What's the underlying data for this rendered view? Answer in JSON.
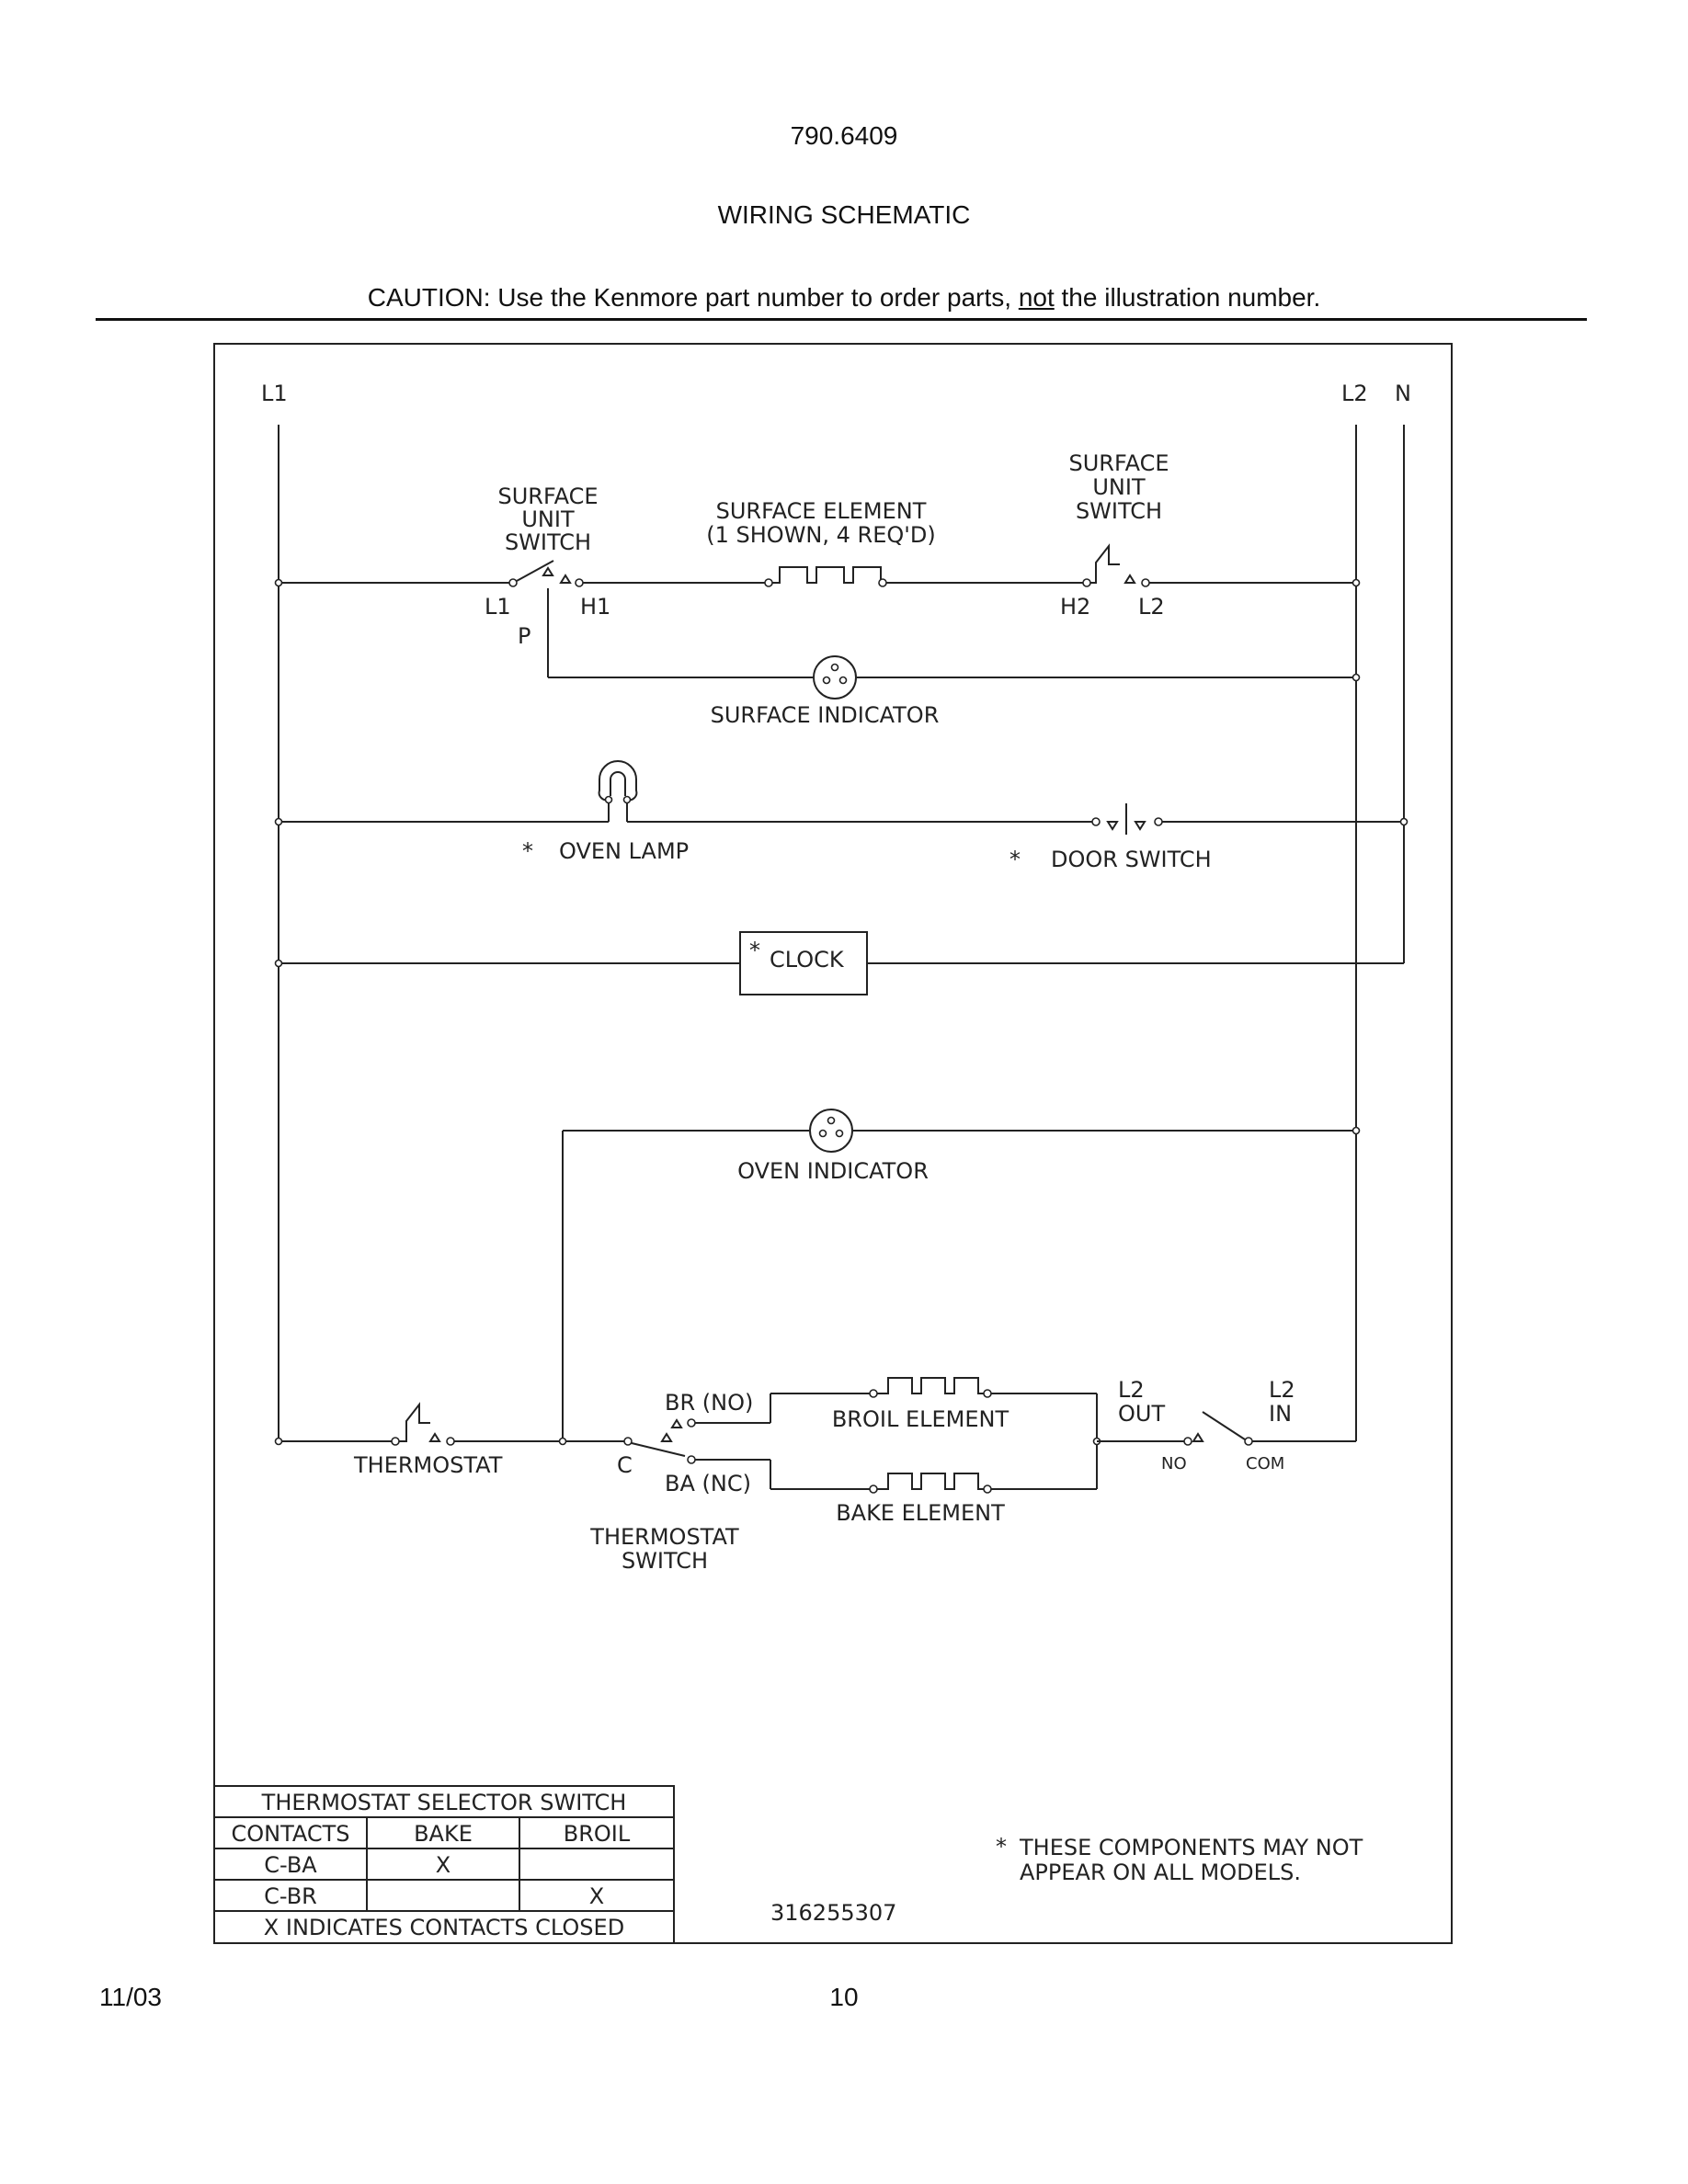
{
  "header": {
    "model": "790.6409",
    "title": "WIRING SCHEMATIC",
    "caution_pre": "CAUTION: Use the Kenmore part number to order parts, ",
    "caution_not": "not",
    "caution_post": " the illustration number."
  },
  "lines": {
    "l1": "L1",
    "l2": "L2",
    "n": "N"
  },
  "labels": {
    "surface_unit_switch_left": [
      "SURFACE",
      "UNIT",
      "SWITCH"
    ],
    "surface_element": [
      "SURFACE ELEMENT",
      "(1 SHOWN, 4 REQ'D)"
    ],
    "surface_unit_switch_right": [
      "SURFACE",
      "UNIT",
      "SWITCH"
    ],
    "sw_l1": "L1",
    "sw_h1": "H1",
    "sw_p": "P",
    "sw_h2": "H2",
    "sw_l2": "L2",
    "surface_indicator": "SURFACE INDICATOR",
    "star": "*",
    "oven_lamp": "OVEN LAMP",
    "door_switch": "DOOR SWITCH",
    "clock": "CLOCK",
    "oven_indicator": "OVEN INDICATOR",
    "br_no": "BR (NO)",
    "ba_nc": "BA (NC)",
    "c": "C",
    "broil_element": "BROIL ELEMENT",
    "bake_element": "BAKE ELEMENT",
    "thermostat": "THERMOSTAT",
    "thermostat_switch": [
      "THERMOSTAT",
      "SWITCH"
    ],
    "l2_out": [
      "L2",
      "OUT"
    ],
    "l2_in": [
      "L2",
      "IN"
    ],
    "no": "NO",
    "com": "COM",
    "note": [
      "THESE COMPONENTS MAY NOT",
      "APPEAR ON ALL MODELS."
    ],
    "part_number": "316255307"
  },
  "selector_table": {
    "title": "THERMOSTAT SELECTOR SWITCH",
    "headers": [
      "CONTACTS",
      "BAKE",
      "BROIL"
    ],
    "rows": [
      [
        "C-BA",
        "X",
        ""
      ],
      [
        "C-BR",
        "",
        "X"
      ]
    ],
    "footer": "X INDICATES CONTACTS CLOSED"
  },
  "footer": {
    "date": "11/03",
    "page": "10"
  }
}
